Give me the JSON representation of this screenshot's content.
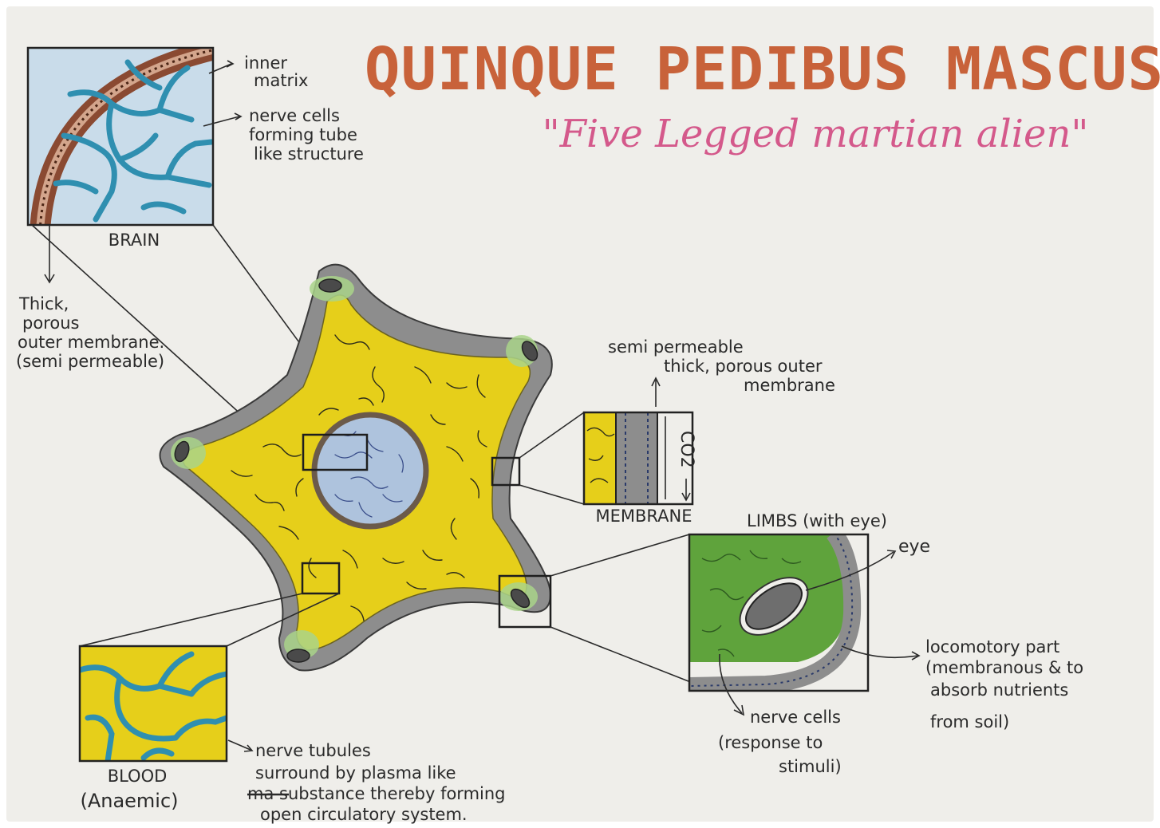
{
  "title": "QUINQUE PEDIBUS MASCUS",
  "subtitle": "\"Five Legged martian alien\"",
  "colors": {
    "paper": "#efeeea",
    "title": "#c8623a",
    "subtitle": "#d4598b",
    "body_yellow": "#e6cf1a",
    "membrane_gray": "#8a8a8a",
    "nucleus_blue": "#aec3dd",
    "nerve_teal": "#2f8fb0",
    "limb_green": "#5fa33c",
    "brain_brown": "#8a4a32"
  },
  "brain": {
    "label": "BRAIN",
    "inner_matrix": [
      "inner",
      "matrix"
    ],
    "nerve_cells": [
      "nerve cells",
      "forming tube",
      "like structure"
    ],
    "outer_membrane": [
      "Thick,",
      "porous",
      "outer membrane.",
      "(semi permeable)"
    ]
  },
  "membrane": {
    "label": "MEMBRANE",
    "note": [
      "semi permeable",
      "thick, porous outer",
      "membrane"
    ],
    "gas": "CO2"
  },
  "limbs": {
    "label": "LIMBS (with eye)",
    "eye": "eye",
    "locomotory": [
      "locomotory part",
      "(membranous & to",
      "absorb nutrients",
      "from soil)"
    ],
    "nerve_cells": [
      "nerve cells",
      "(response to",
      "stimuli)"
    ]
  },
  "blood": {
    "label": [
      "BLOOD",
      "(Anaemic)"
    ],
    "note": [
      "nerve tubules",
      "surround by plasma like",
      "ma substance thereby forming",
      "open circulatory system."
    ]
  }
}
